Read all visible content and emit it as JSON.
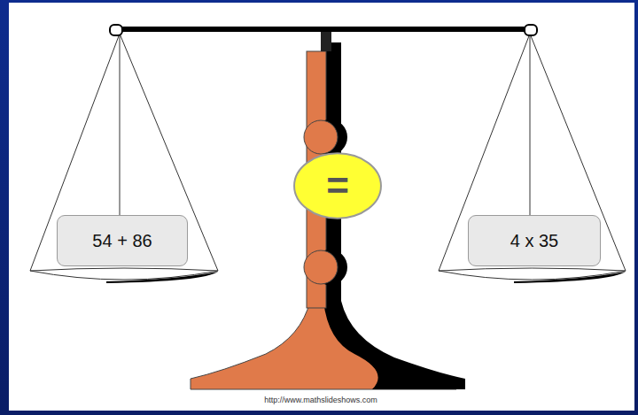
{
  "diagram": {
    "nodes": [
      {
        "text": [
          "54 + 86"
        ]
      },
      {
        "text": [
          "="
        ]
      },
      {
        "text": [
          "4 x 35"
        ]
      }
    ],
    "labels": [
      "http://www.mathslideshows.com"
    ]
  }
}
